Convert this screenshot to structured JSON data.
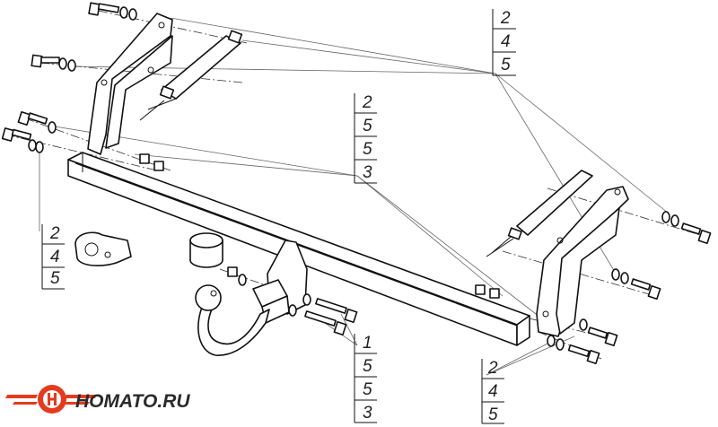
{
  "callouts": {
    "top_right": [
      "2",
      "4",
      "5"
    ],
    "center": [
      "2",
      "5",
      "5",
      "3"
    ],
    "left": [
      "2",
      "4",
      "5"
    ],
    "bottom_center": [
      "1",
      "5",
      "5",
      "3"
    ],
    "bottom_right": [
      "2",
      "4",
      "5"
    ]
  },
  "brand": {
    "name": "HOMATO.RU",
    "accent_color": "#e53a1e",
    "logo_icon": "homato-logo-icon"
  }
}
